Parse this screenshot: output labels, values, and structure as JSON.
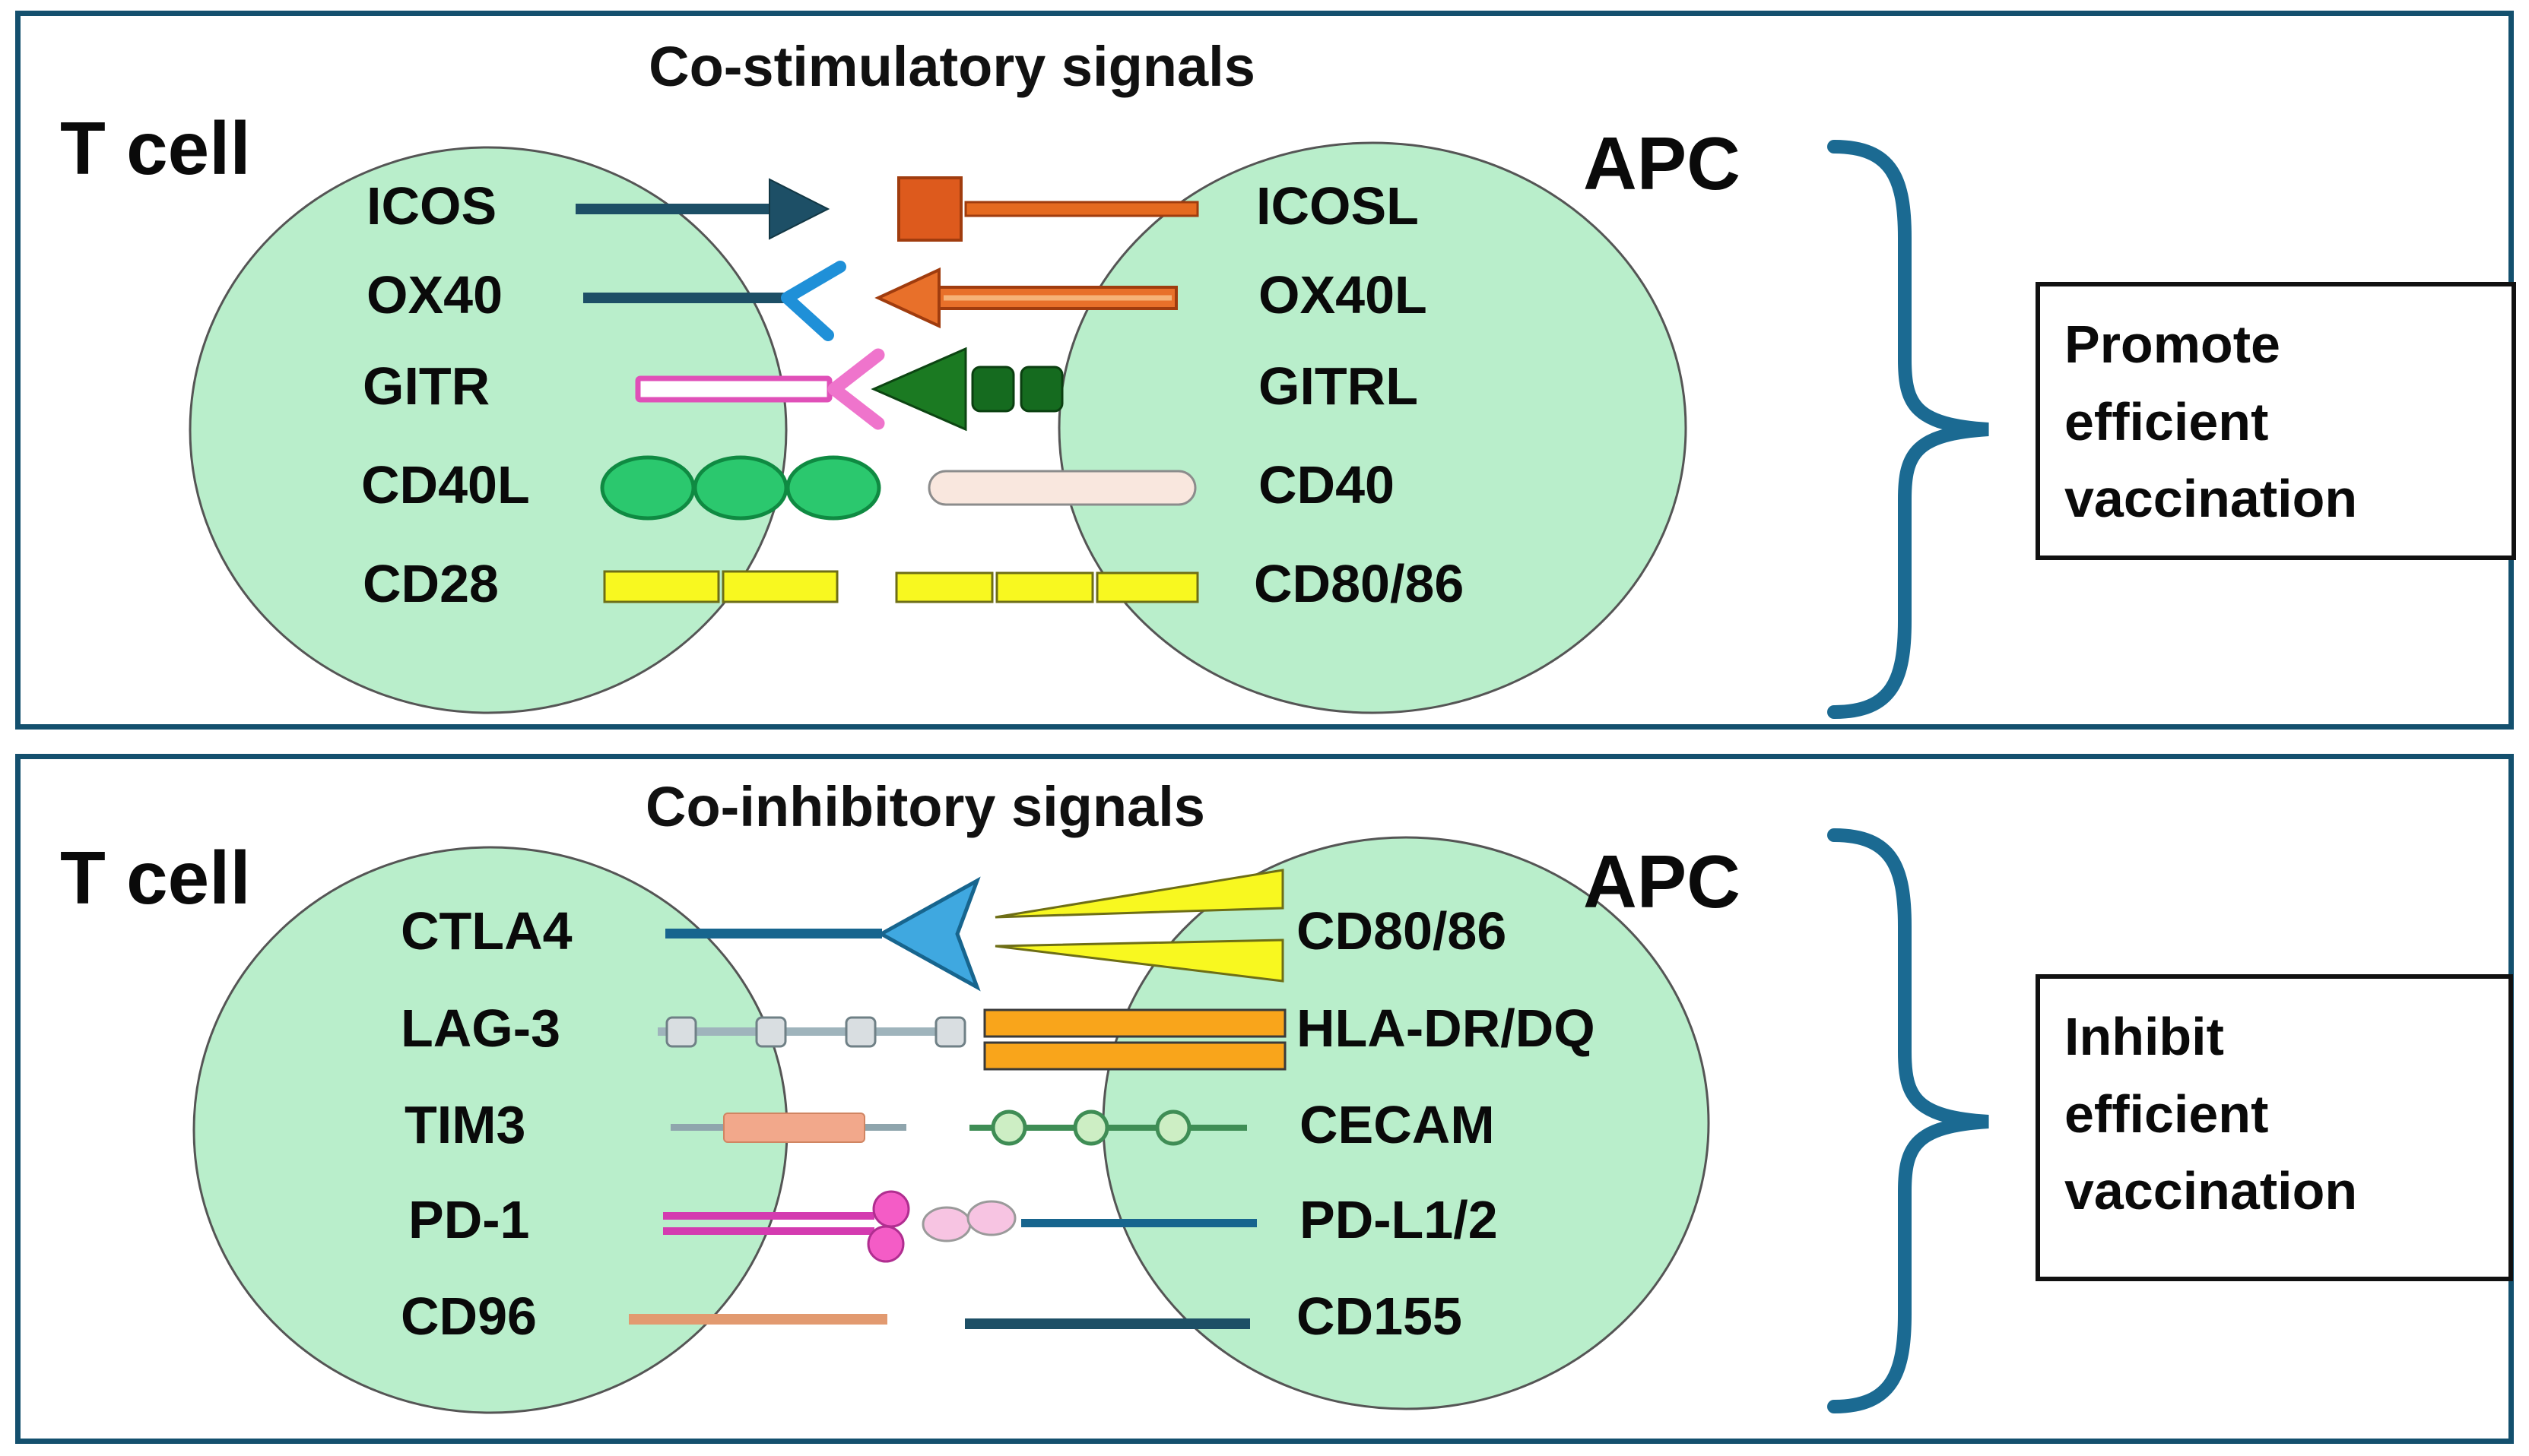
{
  "figure": {
    "panels": [
      {
        "title": "Co-stimulatory signals",
        "left_cell": "T cell",
        "right_cell": "APC",
        "outcome": "Promote\nefficient\nvaccination",
        "pairs": [
          {
            "receptor": "ICOS",
            "ligand": "ICOSL"
          },
          {
            "receptor": "OX40",
            "ligand": "OX40L"
          },
          {
            "receptor": "GITR",
            "ligand": "GITRL"
          },
          {
            "receptor": "CD40L",
            "ligand": "CD40"
          },
          {
            "receptor": "CD28",
            "ligand": "CD80/86"
          }
        ]
      },
      {
        "title": "Co-inhibitory signals",
        "left_cell": "T cell",
        "right_cell": "APC",
        "outcome": "Inhibit\nefficient\nvaccination",
        "pairs": [
          {
            "receptor": "CTLA4",
            "ligand": "CD80/86"
          },
          {
            "receptor": "LAG-3",
            "ligand": "HLA-DR/DQ"
          },
          {
            "receptor": "TIM3",
            "ligand": "CECAM"
          },
          {
            "receptor": "PD-1",
            "ligand": "PD-L1/2"
          },
          {
            "receptor": "CD96",
            "ligand": "CD155"
          }
        ]
      }
    ],
    "colors": {
      "panel_border": "#14506e",
      "cell_fill": "#b9eecb",
      "brace": "#1b6a92",
      "dark_teal": "#1d4f66",
      "orange": "#e2611f",
      "blue": "#2196d8",
      "magenta": "#d43bb0",
      "dark_green": "#156b1f",
      "green": "#2bc86e",
      "yellow": "#f8f820",
      "amber": "#f9a51b",
      "salmon": "#f2a88b",
      "pink": "#f45cc6",
      "cream": "#f9e7de"
    }
  }
}
